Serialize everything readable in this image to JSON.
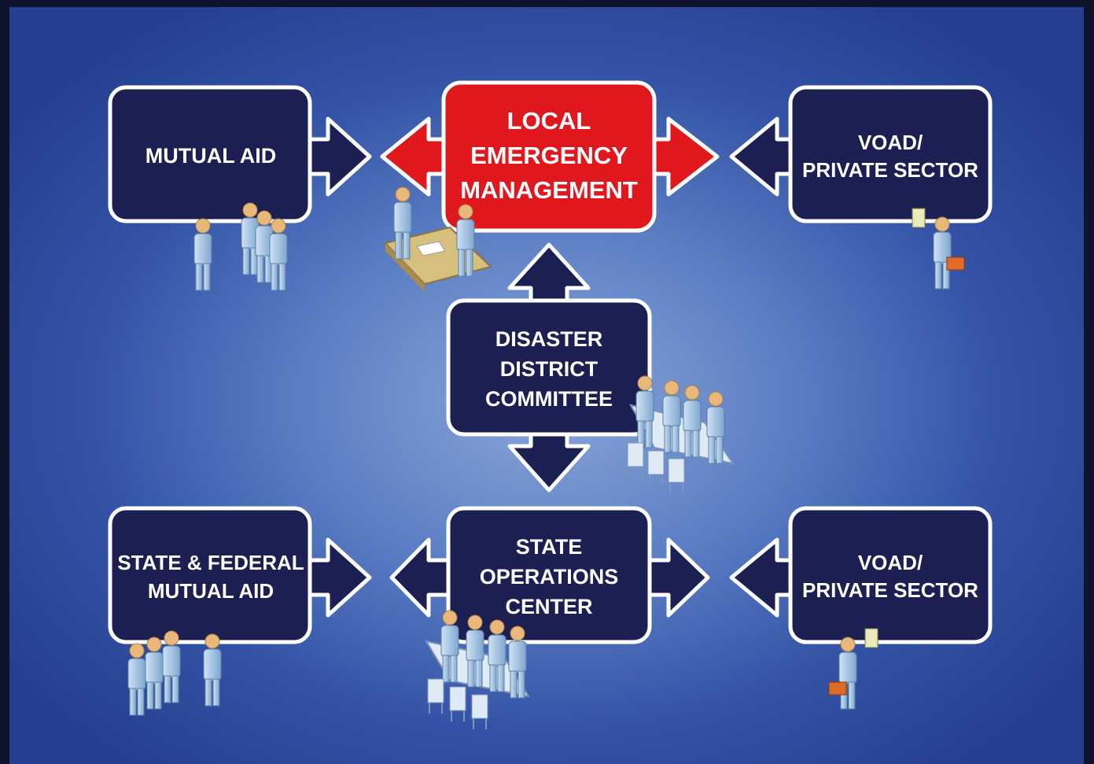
{
  "nodes": {
    "mutual_aid": {
      "lines": [
        "MUTUAL AID"
      ]
    },
    "local_em": {
      "lines": [
        "LOCAL",
        "EMERGENCY",
        "MANAGEMENT"
      ],
      "color": "#e0171d"
    },
    "voad_top": {
      "lines": [
        "VOAD/",
        "PRIVATE SECTOR"
      ]
    },
    "ddc": {
      "lines": [
        "DISASTER",
        "DISTRICT",
        "COMMITTEE"
      ]
    },
    "state_fed": {
      "lines": [
        "STATE & FEDERAL",
        "MUTUAL AID"
      ]
    },
    "soc": {
      "lines": [
        "STATE",
        "OPERATIONS",
        "CENTER"
      ]
    },
    "voad_bottom": {
      "lines": [
        "VOAD/",
        "PRIVATE SECTOR"
      ]
    }
  },
  "colors": {
    "node_fill": "#1c1f52",
    "highlight": "#e0171d",
    "outline": "#ffffff",
    "figure": "#a9c7e6"
  }
}
